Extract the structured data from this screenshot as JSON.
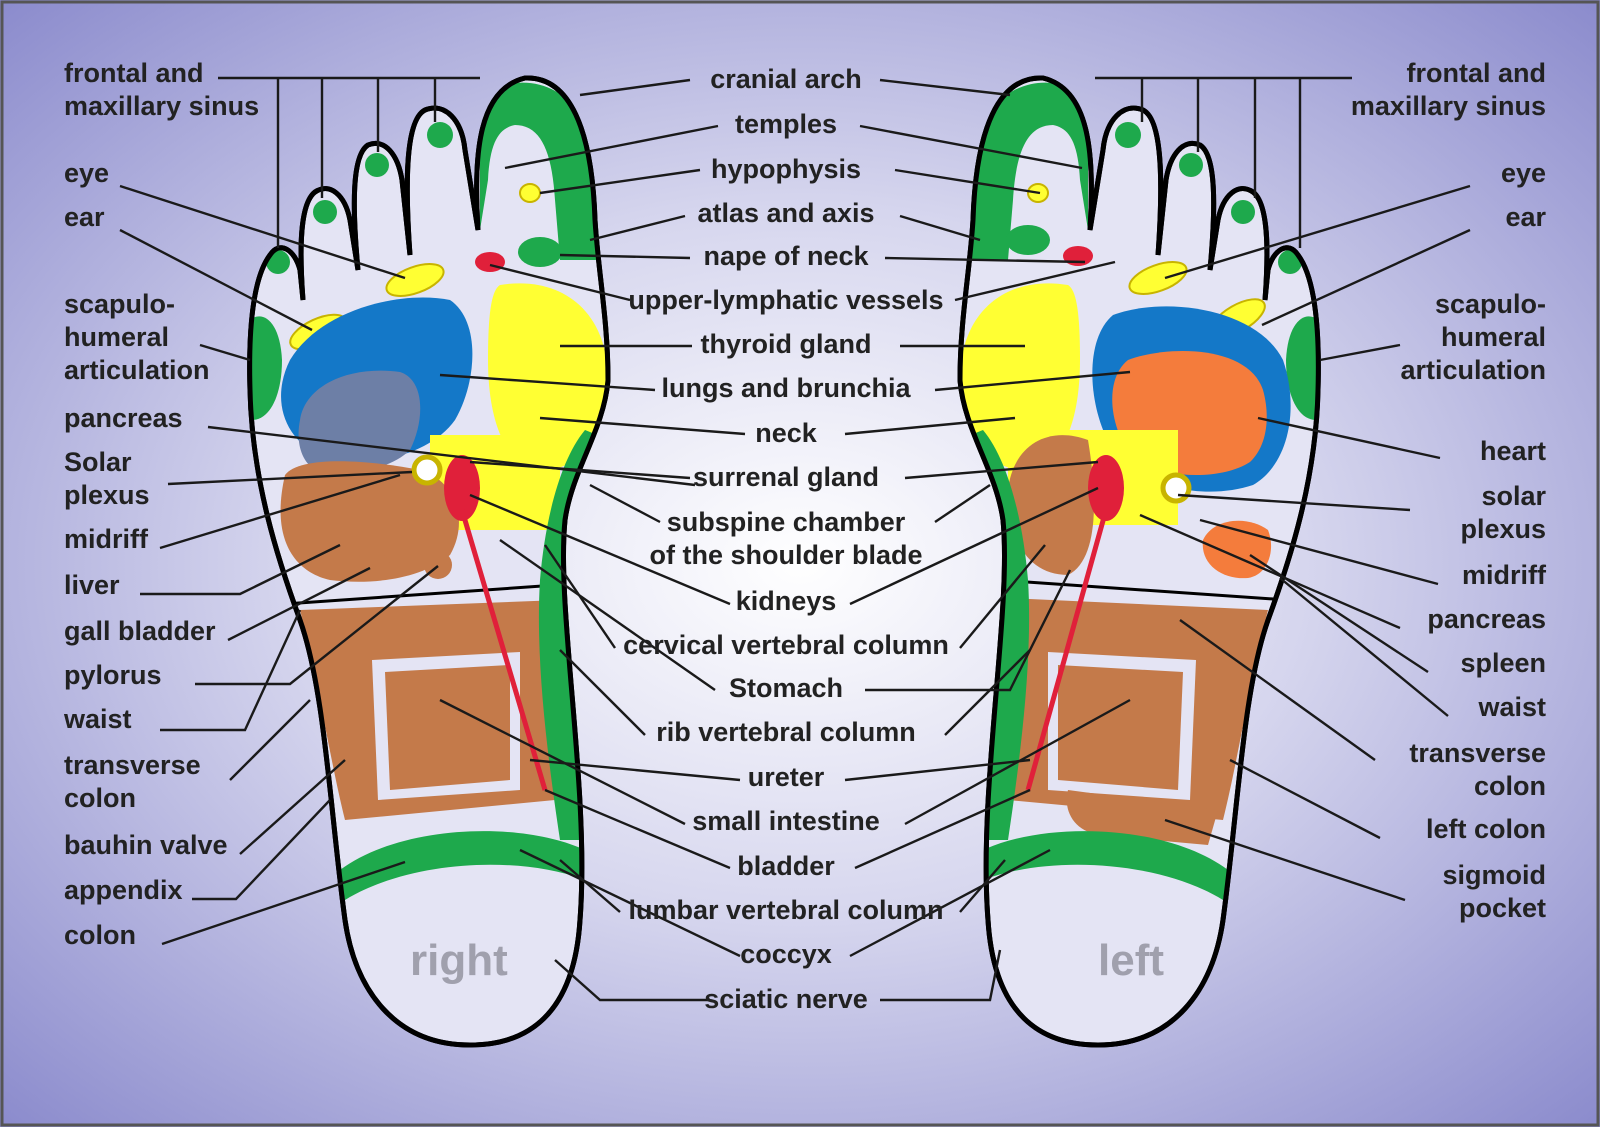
{
  "colors": {
    "background_center": "#ffffff",
    "background_edge": "#8c8ccd",
    "green": "#1ea94c",
    "yellow": "#ffff33",
    "blue": "#1478c8",
    "grey": "#6d7fa6",
    "orange": "#f47c3c",
    "brown": "#c47a4a",
    "red": "#e0203a",
    "label": "#222222"
  },
  "feet": {
    "right": "right",
    "left": "left"
  },
  "labels_left": [
    {
      "id": "frontal-sinus",
      "lines": [
        "frontal and",
        "maxillary sinus"
      ]
    },
    {
      "id": "eye",
      "lines": [
        "eye"
      ]
    },
    {
      "id": "ear",
      "lines": [
        "ear"
      ]
    },
    {
      "id": "scapulo",
      "lines": [
        "scapulo-",
        "humeral",
        "articulation"
      ]
    },
    {
      "id": "pancreas",
      "lines": [
        "pancreas"
      ]
    },
    {
      "id": "solar-plexus",
      "lines": [
        "Solar",
        "plexus"
      ]
    },
    {
      "id": "midriff",
      "lines": [
        "midriff"
      ]
    },
    {
      "id": "liver",
      "lines": [
        "liver"
      ]
    },
    {
      "id": "gall-bladder",
      "lines": [
        "gall bladder"
      ]
    },
    {
      "id": "pylorus",
      "lines": [
        "pylorus"
      ]
    },
    {
      "id": "waist",
      "lines": [
        "waist"
      ]
    },
    {
      "id": "transverse-colon",
      "lines": [
        "transverse",
        "colon"
      ]
    },
    {
      "id": "bauhin-valve",
      "lines": [
        "bauhin valve"
      ]
    },
    {
      "id": "appendix",
      "lines": [
        "appendix"
      ]
    },
    {
      "id": "colon",
      "lines": [
        "colon"
      ]
    }
  ],
  "labels_center": [
    {
      "id": "cranial-arch",
      "lines": [
        "cranial arch"
      ]
    },
    {
      "id": "temples",
      "lines": [
        "temples"
      ]
    },
    {
      "id": "hypophysis",
      "lines": [
        "hypophysis"
      ]
    },
    {
      "id": "atlas-axis",
      "lines": [
        "atlas and axis"
      ]
    },
    {
      "id": "nape-of-neck",
      "lines": [
        "nape of neck"
      ]
    },
    {
      "id": "upper-lymphatic",
      "lines": [
        "upper-lymphatic vessels"
      ]
    },
    {
      "id": "thyroid",
      "lines": [
        "thyroid gland"
      ]
    },
    {
      "id": "lungs",
      "lines": [
        "lungs and brunchia"
      ]
    },
    {
      "id": "neck",
      "lines": [
        "neck"
      ]
    },
    {
      "id": "surrenal",
      "lines": [
        "surrenal gland"
      ]
    },
    {
      "id": "subspine",
      "lines": [
        "subspine chamber",
        "of the shoulder blade"
      ]
    },
    {
      "id": "kidneys",
      "lines": [
        "kidneys"
      ]
    },
    {
      "id": "cervical",
      "lines": [
        "cervical vertebral column"
      ]
    },
    {
      "id": "stomach",
      "lines": [
        "Stomach"
      ]
    },
    {
      "id": "rib-vertebral",
      "lines": [
        "rib vertebral column"
      ]
    },
    {
      "id": "ureter",
      "lines": [
        "ureter"
      ]
    },
    {
      "id": "small-intestine",
      "lines": [
        "small intestine"
      ]
    },
    {
      "id": "bladder",
      "lines": [
        "bladder"
      ]
    },
    {
      "id": "lumbar",
      "lines": [
        "lumbar vertebral column"
      ]
    },
    {
      "id": "coccyx",
      "lines": [
        "coccyx"
      ]
    },
    {
      "id": "sciatic",
      "lines": [
        "sciatic nerve"
      ]
    }
  ],
  "labels_right": [
    {
      "id": "frontal-sinus-r",
      "lines": [
        "frontal and",
        "maxillary sinus"
      ]
    },
    {
      "id": "eye-r",
      "lines": [
        "eye"
      ]
    },
    {
      "id": "ear-r",
      "lines": [
        "ear"
      ]
    },
    {
      "id": "scapulo-r",
      "lines": [
        "scapulo-",
        "humeral",
        "articulation"
      ]
    },
    {
      "id": "heart",
      "lines": [
        "heart"
      ]
    },
    {
      "id": "solar-plexus-r",
      "lines": [
        "solar",
        "plexus"
      ]
    },
    {
      "id": "midriff-r",
      "lines": [
        "midriff"
      ]
    },
    {
      "id": "pancreas-r",
      "lines": [
        "pancreas"
      ]
    },
    {
      "id": "spleen",
      "lines": [
        "spleen"
      ]
    },
    {
      "id": "waist-r",
      "lines": [
        "waist"
      ]
    },
    {
      "id": "transverse-colon-r",
      "lines": [
        "transverse",
        "colon"
      ]
    },
    {
      "id": "left-colon",
      "lines": [
        "left colon"
      ]
    },
    {
      "id": "sigmoid",
      "lines": [
        "sigmoid",
        "pocket"
      ]
    }
  ]
}
